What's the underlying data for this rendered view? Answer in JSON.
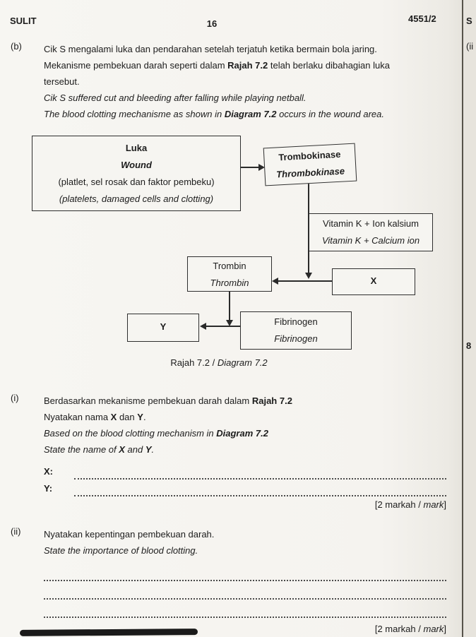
{
  "header": {
    "left": "SULIT",
    "page_number": "16",
    "code": "4551/2"
  },
  "edge": {
    "top": "S",
    "sub": "(ii",
    "side_mark": "8"
  },
  "question_b": {
    "label": "(b)",
    "malay_1": "Cik S mengalami luka dan pendarahan setelah terjatuh ketika bermain bola jaring.",
    "malay_2a": "Mekanisme pembekuan darah seperti dalam ",
    "malay_2b": "Rajah 7.2",
    "malay_2c": " telah berlaku dibahagian luka",
    "malay_3": "tersebut.",
    "eng_1": "Cik S suffered cut and bleeding after falling while playing netball.",
    "eng_2a": "The blood clotting mechanisme as shown in ",
    "eng_2b": "Diagram 7.2",
    "eng_2c": " occurs in the wound area."
  },
  "diagram": {
    "luka": {
      "l1": "Luka",
      "l2": "Wound",
      "l3": "(platlet, sel rosak dan faktor pembeku)",
      "l4": "(platelets, damaged cells and clotting)"
    },
    "trombokinase": {
      "l1": "Trombokinase",
      "l2": "Thrombokinase"
    },
    "vitamin": {
      "l1": "Vitamin K + Ion kalsium",
      "l2": "Vitamin K + Calcium ion"
    },
    "trombin": {
      "l1": "Trombin",
      "l2": "Thrombin"
    },
    "x_box": "X",
    "y_box": "Y",
    "fibrinogen": {
      "l1": "Fibrinogen",
      "l2": "Fibrinogen"
    },
    "caption_a": "Rajah 7.2 / ",
    "caption_b": "Diagram 7.2"
  },
  "question_i": {
    "label": "(i)",
    "m1a": "Berdasarkan mekanisme pembekuan darah dalam ",
    "m1b": "Rajah 7.2",
    "m2a": "Nyatakan nama ",
    "m2b": "X",
    "m2c": " dan ",
    "m2d": "Y",
    "m2e": ".",
    "e1a": "Based on the blood clotting mechanism in ",
    "e1b": "Diagram 7.2",
    "e2a": "State the name of ",
    "e2b": "X",
    "e2c": " and ",
    "e2d": "Y",
    "e2e": ".",
    "x_label": "X:",
    "y_label": "Y:",
    "marks_a": "[2 markah / ",
    "marks_b": "mark",
    "marks_c": "]"
  },
  "question_ii": {
    "label": "(ii)",
    "malay": "Nyatakan kepentingan pembekuan darah.",
    "english": "State the importance of blood clotting.",
    "marks_a": "[2 markah / ",
    "marks_b": "mark",
    "marks_c": "]"
  }
}
